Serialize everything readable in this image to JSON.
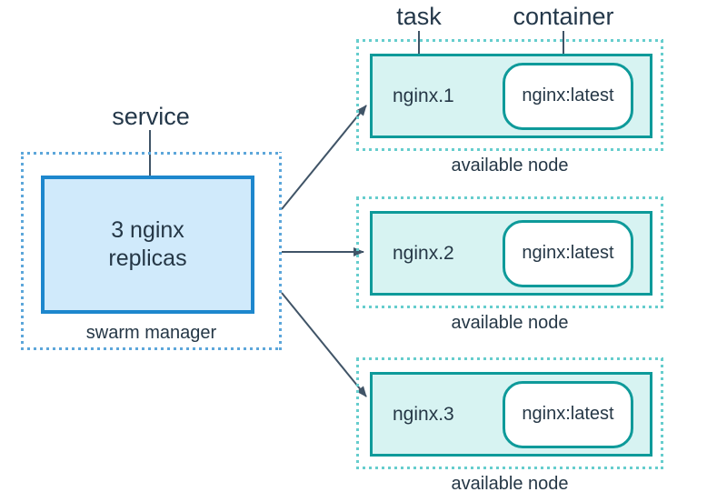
{
  "pointer_labels": {
    "task": "task",
    "container": "container",
    "service": "service"
  },
  "manager": {
    "replicas_text": "3 nginx replicas",
    "caption": "swarm manager"
  },
  "nodes": [
    {
      "task": "nginx.1",
      "container": "nginx:latest",
      "caption": "available node"
    },
    {
      "task": "nginx.2",
      "container": "nginx:latest",
      "caption": "available node"
    },
    {
      "task": "nginx.3",
      "container": "nginx:latest",
      "caption": "available node"
    }
  ],
  "colors": {
    "text": "#253746",
    "arrow": "#405467",
    "node_border": "#0e9a9a",
    "node_fill": "#d7f3f2",
    "node_dash": "#66cdcd",
    "manager_border": "#1d87cd",
    "manager_fill": "#d0eafb",
    "manager_dash": "#5ca6da"
  }
}
